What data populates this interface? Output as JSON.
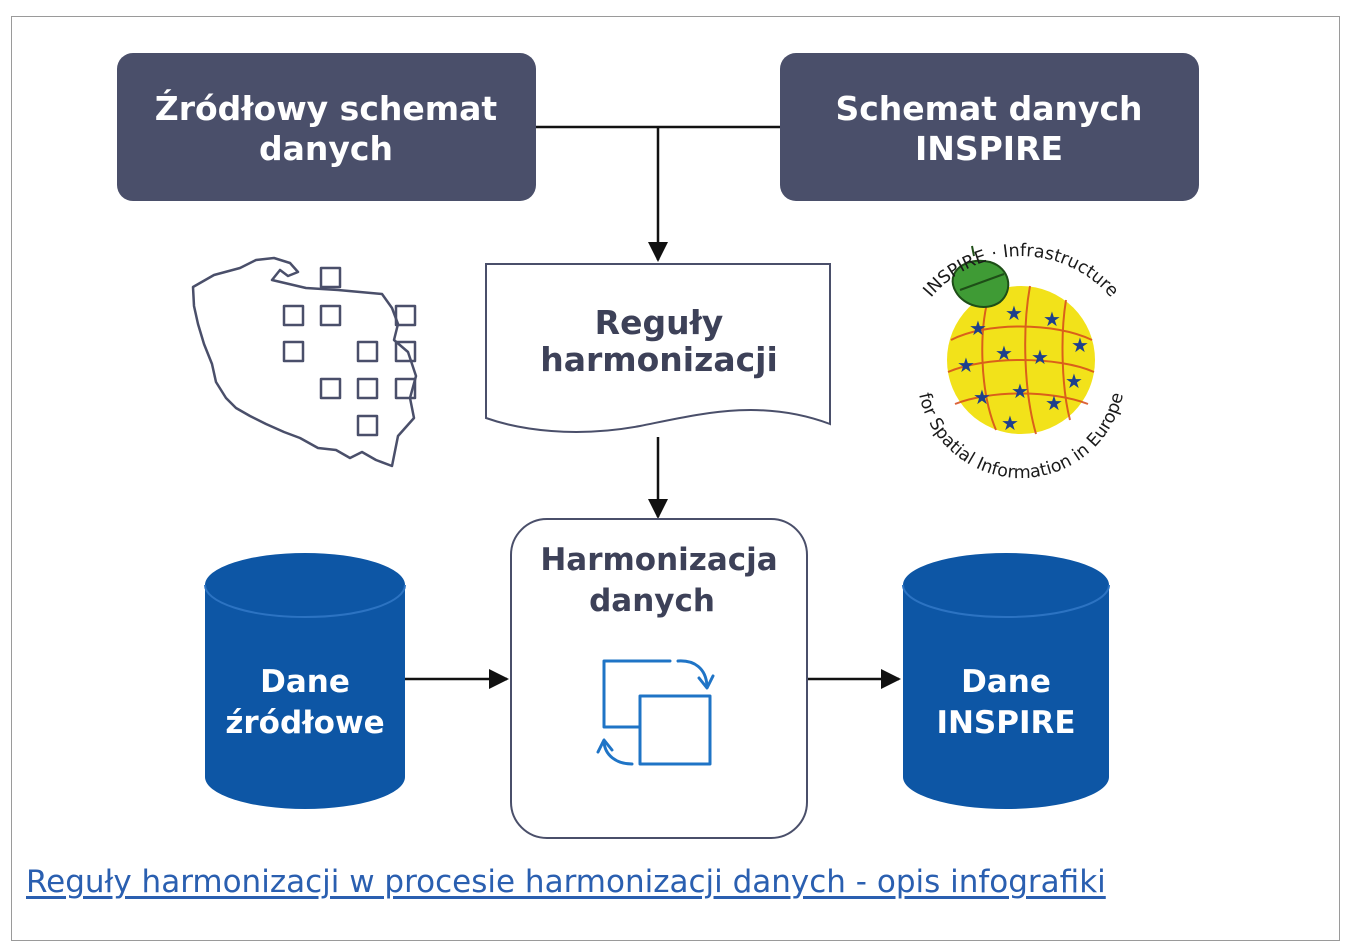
{
  "schemas": {
    "source": {
      "line1": "Źródłowy schemat",
      "line2": "danych"
    },
    "inspire": {
      "line1": "Schemat danych",
      "line2": "INSPIRE"
    }
  },
  "rules": {
    "line1": "Reguły",
    "line2": "harmonizacji"
  },
  "harmonization": {
    "line1": "Harmonizacja",
    "line2": "danych"
  },
  "databases": {
    "source": {
      "line1": "Dane",
      "line2": "źródłowe"
    },
    "inspire": {
      "line1": "Dane",
      "line2": "INSPIRE"
    }
  },
  "inspire_logo": {
    "top": "INSPIRE · Infrastructure",
    "bottom": "for Spatial Information in Europe"
  },
  "caption": "Reguły harmonizacji w procesie harmonizacji danych - opis infografiki",
  "colors": {
    "schema_box": "#4a4f6a",
    "database": "#0d56a5",
    "outline": "#3d4158",
    "icon_blue": "#1f74c6",
    "link": "#2a5fb0",
    "logo_yellow": "#f2e21a",
    "logo_leaf": "#3f9b35",
    "logo_star": "#1d3f8c"
  },
  "icons": [
    "poland-map-icon",
    "inspire-logo",
    "refresh-copy-icon"
  ]
}
